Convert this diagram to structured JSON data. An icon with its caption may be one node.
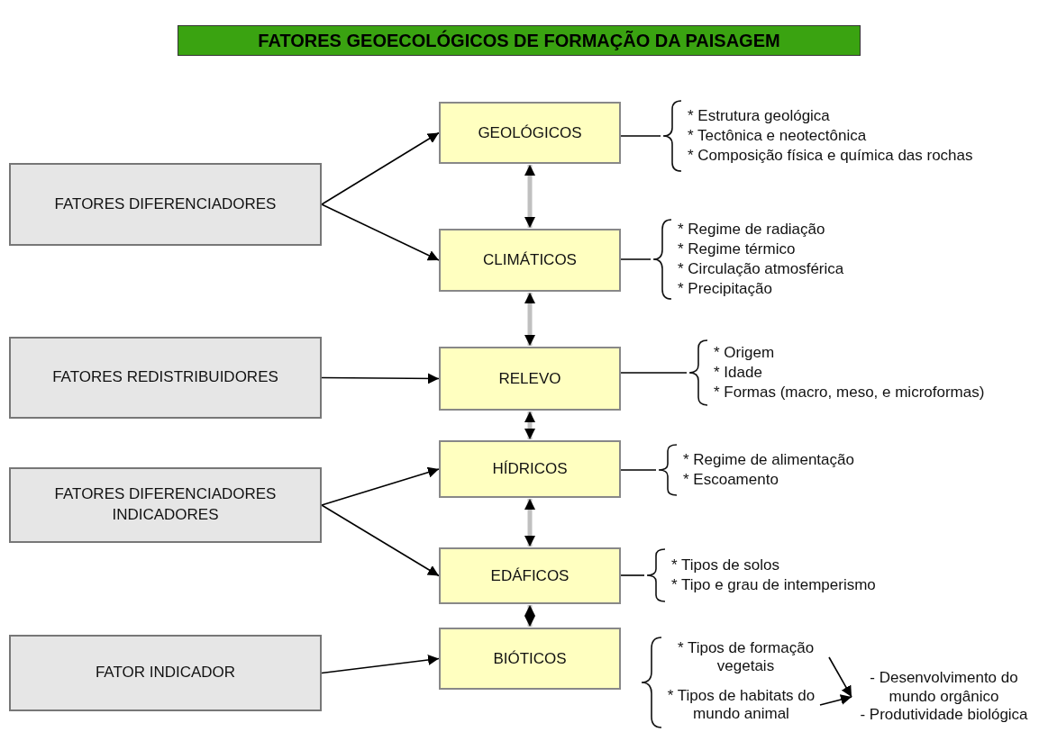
{
  "diagram": {
    "title": "FATORES GEOECOLÓGICOS DE FORMAÇÃO DA PAISAGEM",
    "nodes": [
      {
        "text": [
          "FATORES DIFERENCIADORES"
        ]
      },
      {
        "text": [
          "FATORES REDISTRIBUIDORES"
        ]
      },
      {
        "text": [
          "FATORES DIFERENCIADORES INDICADORES"
        ]
      },
      {
        "text": [
          "FATOR INDICADOR"
        ]
      },
      {
        "text": [
          "GEOLÓGICOS"
        ]
      },
      {
        "text": [
          "CLIMÁTICOS"
        ]
      },
      {
        "text": [
          "RELEVO"
        ]
      },
      {
        "text": [
          "HÍDRICOS"
        ]
      },
      {
        "text": [
          "EDÁFICOS"
        ]
      },
      {
        "text": [
          "BIÓTICOS"
        ]
      },
      {
        "text": [
          "* Estrutura geológica",
          "* Tectônica e neotectônica",
          "* Composição física e química das rochas"
        ]
      },
      {
        "text": [
          "* Regime de radiação",
          "* Regime térmico",
          "* Circulação atmosférica",
          "* Precipitação"
        ]
      },
      {
        "text": [
          "* Origem",
          "* Idade",
          "* Formas (macro, meso, e microformas)"
        ]
      },
      {
        "text": [
          "* Regime de alimentação",
          "* Escoamento"
        ]
      },
      {
        "text": [
          "* Tipos de solos",
          "* Tipo e grau de intemperismo"
        ]
      },
      {
        "text": [
          "* Tipos de formação vegetais"
        ]
      },
      {
        "text": [
          "* Tipos de habitats do mundo animal"
        ]
      },
      {
        "text": [
          "- Desenvolvimento do mundo orgânico",
          "- Produtividade biológica"
        ]
      }
    ],
    "edges": [
      {
        "from": 0,
        "to": 4,
        "arrow": "to"
      },
      {
        "from": 0,
        "to": 5,
        "arrow": "to"
      },
      {
        "from": 1,
        "to": 6,
        "arrow": "to"
      },
      {
        "from": 2,
        "to": 7,
        "arrow": "to"
      },
      {
        "from": 2,
        "to": 8,
        "arrow": "to"
      },
      {
        "from": 3,
        "to": 9,
        "arrow": "to"
      },
      {
        "from": 4,
        "to": 5,
        "arrow": "both",
        "style": "thick",
        "color": "#c0c0c0"
      },
      {
        "from": 5,
        "to": 6,
        "arrow": "both",
        "style": "thick",
        "color": "#c0c0c0"
      },
      {
        "from": 6,
        "to": 7,
        "arrow": "both",
        "style": "thick",
        "color": "#c0c0c0"
      },
      {
        "from": 7,
        "to": 8,
        "arrow": "both",
        "style": "thick",
        "color": "#c0c0c0"
      },
      {
        "from": 8,
        "to": 9,
        "arrow": "both",
        "style": "thick",
        "color": "#c0c0c0"
      },
      {
        "from": 4,
        "to": 10,
        "arrow": "none"
      },
      {
        "from": 5,
        "to": 11,
        "arrow": "none"
      },
      {
        "from": 6,
        "to": 12,
        "arrow": "none"
      },
      {
        "from": 7,
        "to": 13,
        "arrow": "none"
      },
      {
        "from": 8,
        "to": 14,
        "arrow": "none"
      },
      {
        "from": 15,
        "to": 17,
        "arrow": "to"
      },
      {
        "from": 16,
        "to": 17,
        "arrow": "to"
      }
    ]
  }
}
